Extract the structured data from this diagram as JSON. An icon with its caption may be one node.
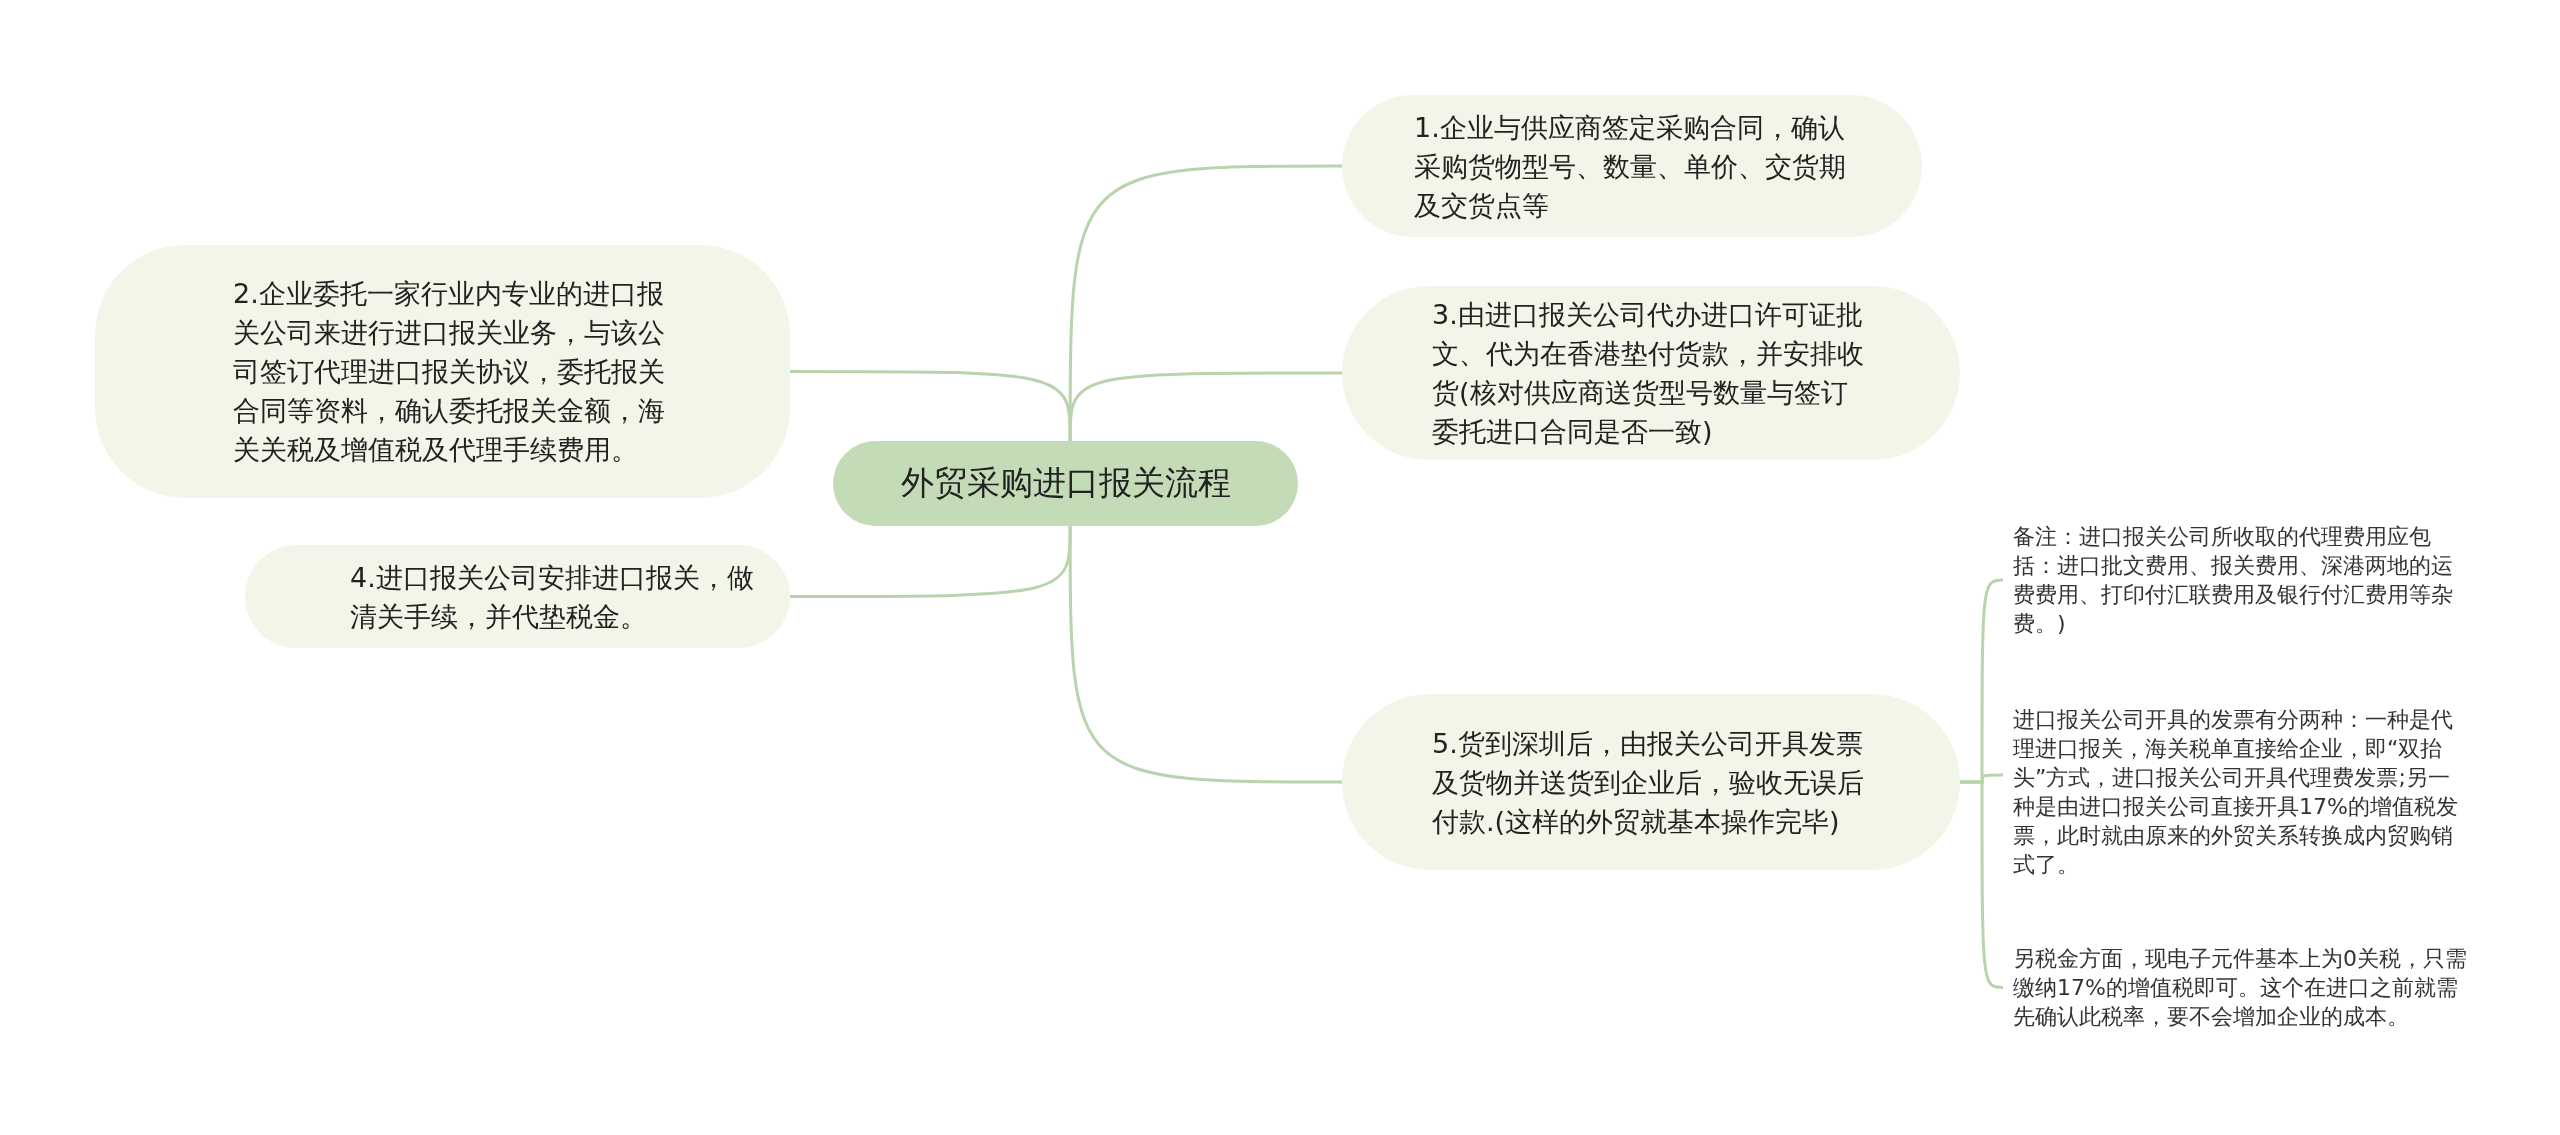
{
  "diagram": {
    "nodes": [
      {
        "text": [
          "外贸采购进口报关流程"
        ]
      },
      {
        "text": [
          "1.企业与供应商签定采购合同，确认采购货物型号、数量、单价、交货期及交货点等"
        ]
      },
      {
        "text": [
          "2.企业委托一家行业内专业的进口报关公司来进行进口报关业务，与该公司签订代理进口报关协议，委托报关合同等资料，确认委托报关金额，海关关税及增值税及代理手续费用。"
        ]
      },
      {
        "text": [
          "3.由进口报关公司代办进口许可证批文、代为在香港垫付货款，并安排收货(核对供应商送货型号数量与签订委托进口合同是否一致)"
        ]
      },
      {
        "text": [
          "4.进口报关公司安排进口报关，做清关手续，并代垫税金。"
        ]
      },
      {
        "text": [
          "5.货到深圳后，由报关公司开具发票及货物并送货到企业后，验收无误后付款.(这样的外贸就基本操作完毕)"
        ]
      },
      {
        "text": [
          "备注：进口报关公司所收取的代理费用应包括：进口批文费用、报关费用、深港两地的运费费用、打印付汇联费用及银行付汇费用等杂费。)"
        ]
      },
      {
        "text": [
          "进口报关公司开具的发票有分两种：一种是代理进口报关，海关税单直接给企业，即“双抬头”方式，进口报关公司开具代理费发票;另一种是由进口报关公司直接开具17%的增值税发票，此时就由原来的外贸关系转换成内贸购销式了。"
        ]
      },
      {
        "text": [
          "另税金方面，现电子元件基本上为0关税，只需缴纳17%的增值税即可。这个在进口之前就需先确认此税率，要不会增加企业的成本。"
        ]
      }
    ],
    "edges": [
      {
        "from": 0,
        "to": 1,
        "arrow": "none"
      },
      {
        "from": 0,
        "to": 2,
        "arrow": "none"
      },
      {
        "from": 0,
        "to": 3,
        "arrow": "none"
      },
      {
        "from": 0,
        "to": 4,
        "arrow": "none"
      },
      {
        "from": 0,
        "to": 5,
        "arrow": "none"
      },
      {
        "from": 5,
        "to": 6,
        "arrow": "none"
      },
      {
        "from": 5,
        "to": 7,
        "arrow": "none"
      },
      {
        "from": 5,
        "to": 8,
        "arrow": "none"
      }
    ]
  }
}
